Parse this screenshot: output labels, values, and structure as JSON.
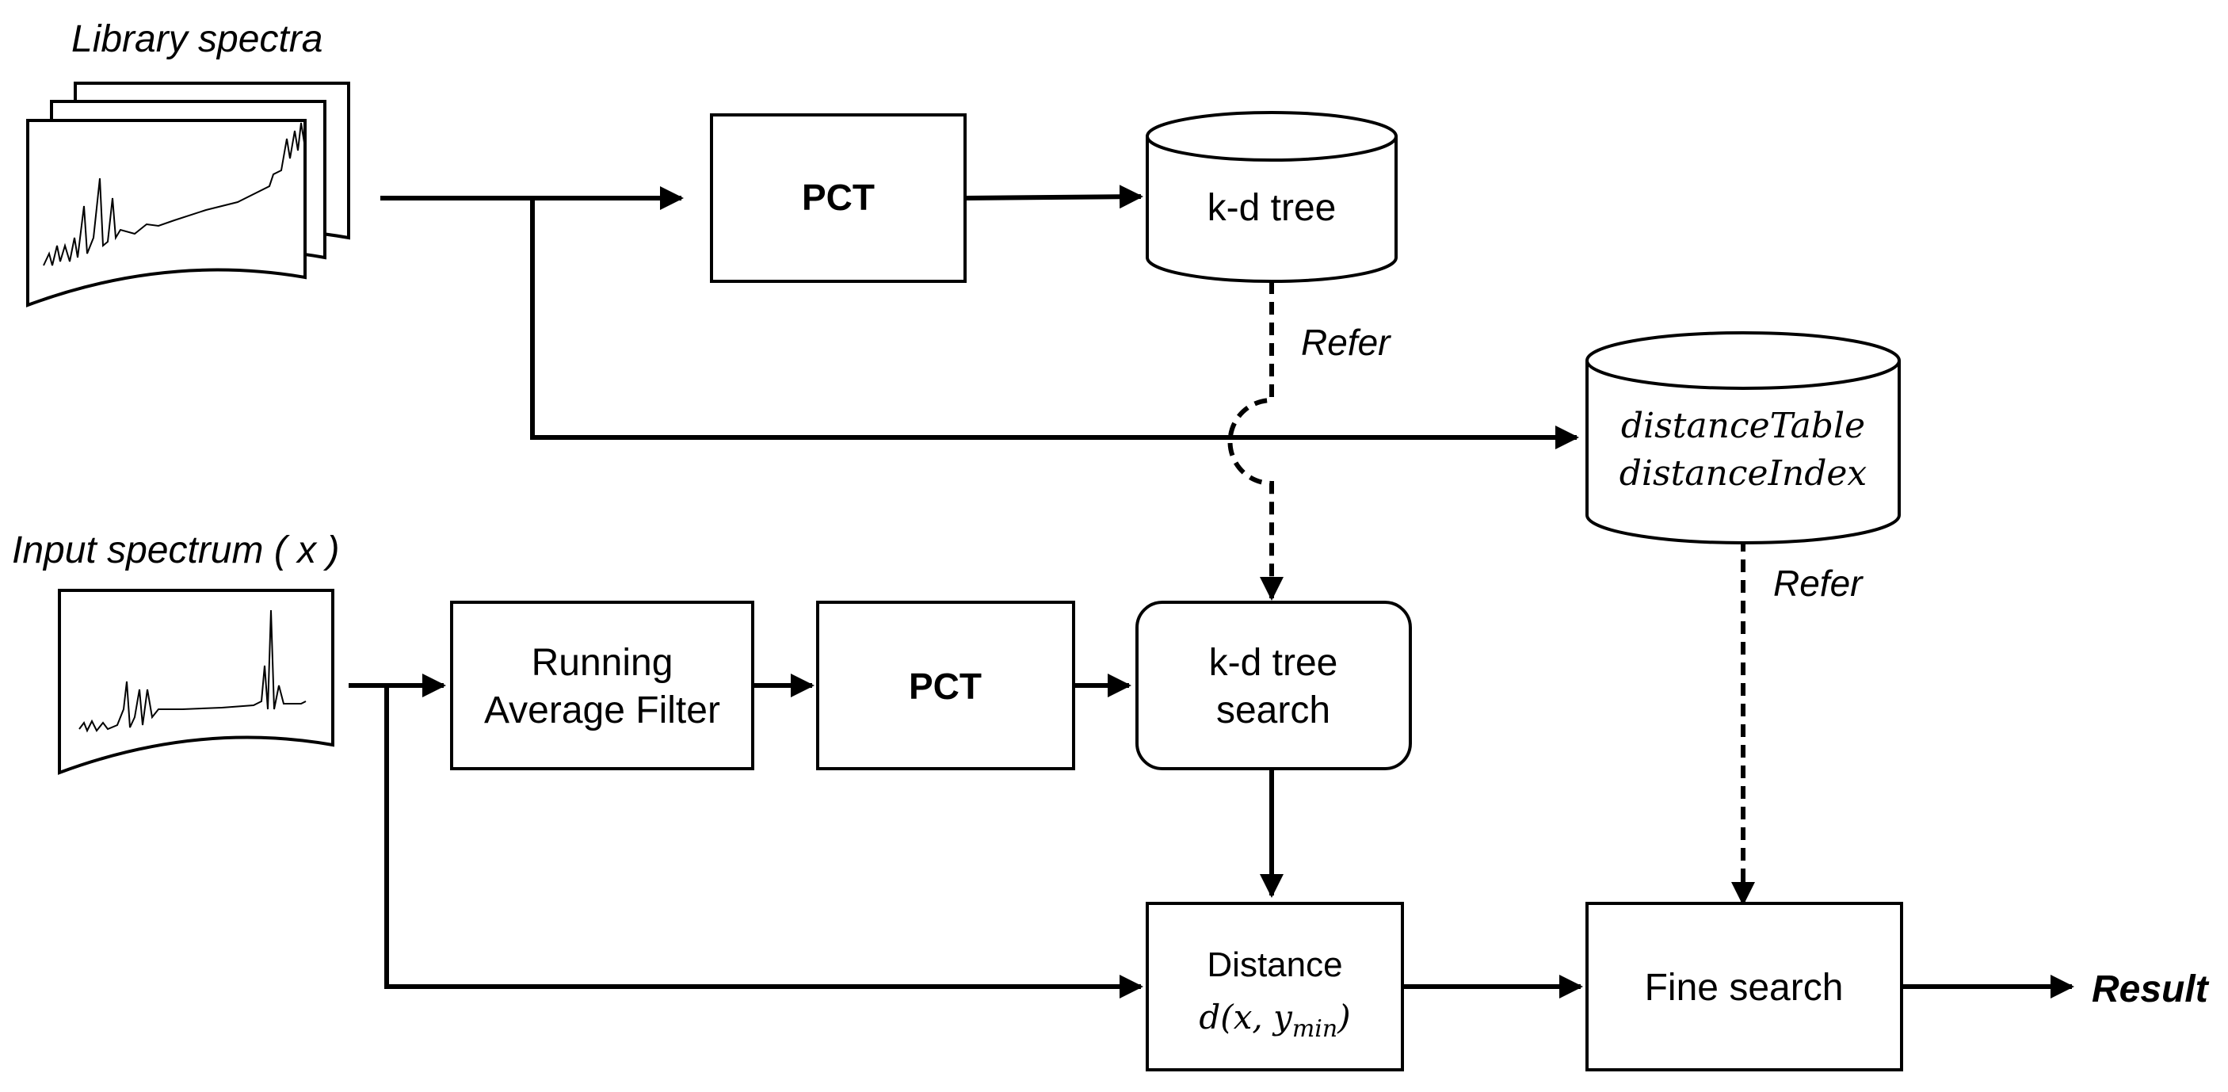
{
  "labels": {
    "library_spectra": "Library spectra",
    "input_spectrum": "Input spectrum ( x )",
    "refer_top": "Refer",
    "refer_right": "Refer",
    "result": "Result"
  },
  "nodes": {
    "pct_top": "PCT",
    "kd_tree": "k-d tree",
    "distance_table_line1": "distanceTable",
    "distance_table_line2": "distanceIndex",
    "running_avg_line1": "Running",
    "running_avg_line2": "Average Filter",
    "pct_bottom": "PCT",
    "kd_search_line1": "k-d tree",
    "kd_search_line2": "search",
    "distance_line1": "Distance",
    "distance_formula": "d(x, y",
    "distance_formula_sub": "min",
    "distance_formula_close": ")",
    "fine_search": "Fine search"
  }
}
